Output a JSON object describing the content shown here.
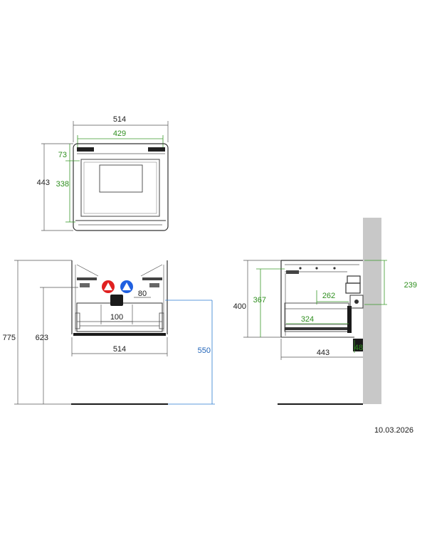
{
  "top_view": {
    "width_total": "514",
    "width_inner": "429",
    "height_total": "443",
    "height_top": "73",
    "height_inner": "338"
  },
  "front_view": {
    "height_total": "775",
    "height_623": "623",
    "width_514": "514",
    "center_100": "100",
    "offset_80": "80",
    "height_550": "550"
  },
  "side_view": {
    "depth_400": "400",
    "depth_367": "367",
    "width_262": "262",
    "width_324": "324",
    "depth_443": "443",
    "height_239": "239",
    "offset_48": "48"
  },
  "footer": {
    "date": "10.03.2026"
  },
  "colors": {
    "green_dimension": "#2f8f1f",
    "blue_dimension": "#1f63b8",
    "hot_water": "#e02020",
    "cold_water": "#2060e0",
    "wall": "#c8c8c8"
  }
}
